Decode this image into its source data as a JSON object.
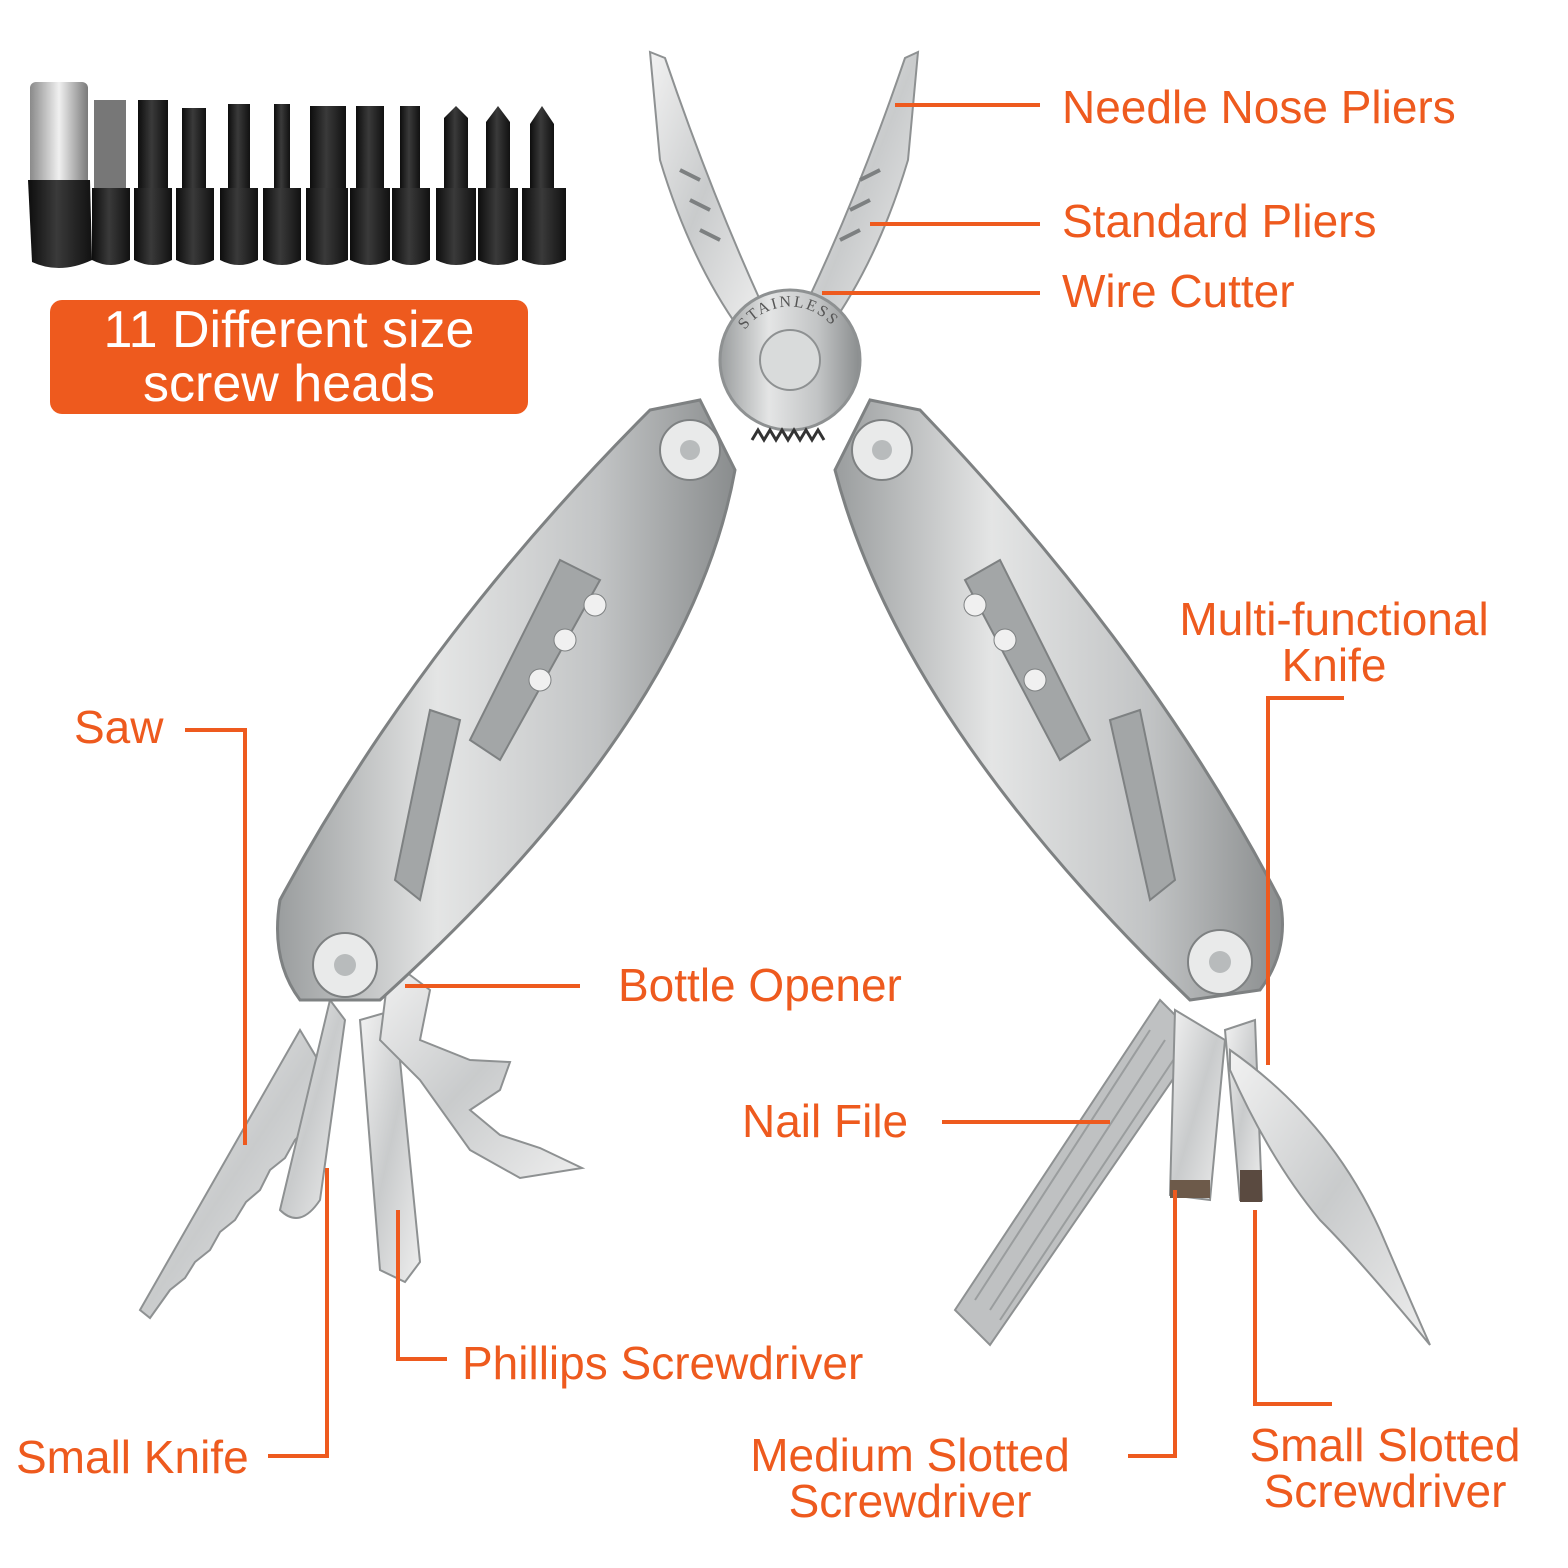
{
  "colors": {
    "accent": "#ee5a1e",
    "steel": "#c9cbcc",
    "steel_dark": "#8e9192",
    "bit": "#1c1c1c"
  },
  "badge": {
    "line1": "11 Different size",
    "line2": "screw heads"
  },
  "pivot_stamp": "STAINLESS",
  "labels": {
    "needle_nose": "Needle Nose Pliers",
    "standard_pliers": "Standard Pliers",
    "wire_cutter": "Wire Cutter",
    "multi_knife_l1": "Multi-functional",
    "multi_knife_l2": "Knife",
    "saw": "Saw",
    "bottle_opener": "Bottle Opener",
    "nail_file": "Nail File",
    "phillips": "Phillips Screwdriver",
    "small_knife": "Small Knife",
    "medium_slotted_l1": "Medium Slotted",
    "medium_slotted_l2": "Screwdriver",
    "small_slotted_l1": "Small Slotted",
    "small_slotted_l2": "Screwdriver"
  },
  "bits": {
    "count": 11,
    "icon": "screwdriver-bit-icon"
  }
}
